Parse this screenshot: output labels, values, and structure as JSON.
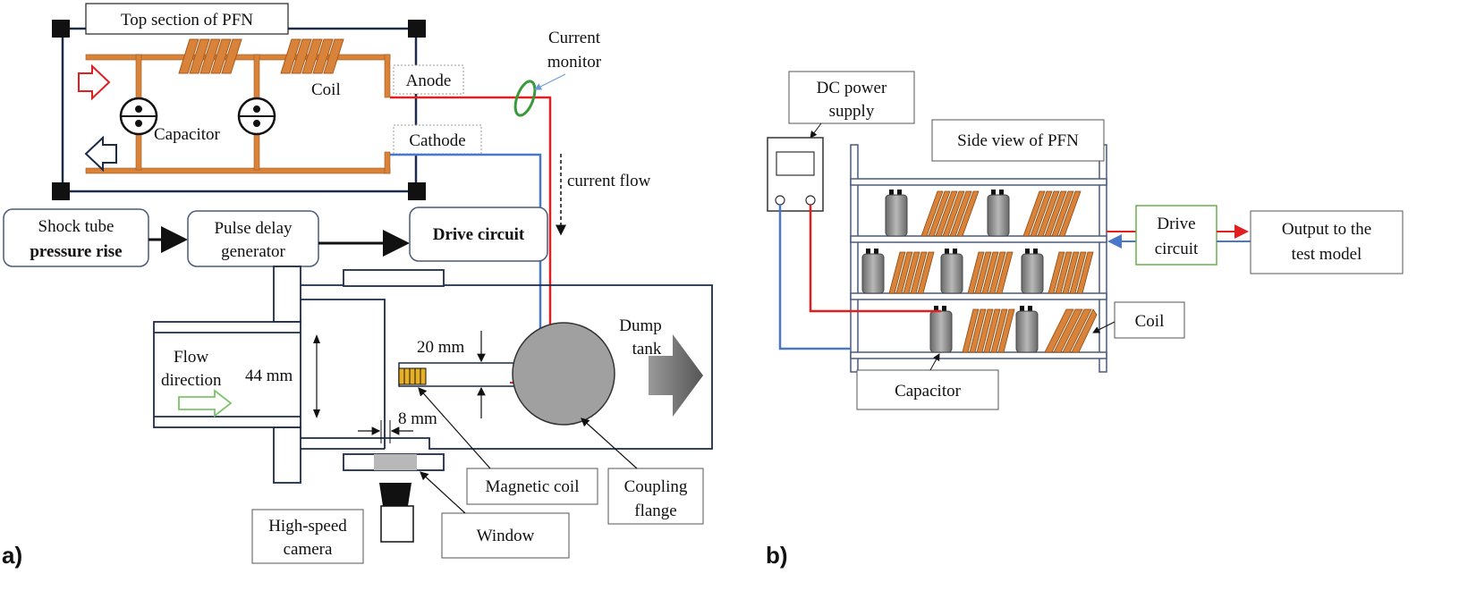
{
  "panel_a": {
    "tag": "a)",
    "pfn_title": "Top section of PFN",
    "coil": "Coil",
    "capacitor": "Capacitor",
    "anode": "Anode",
    "cathode": "Cathode",
    "current_monitor_line1": "Current",
    "current_monitor_line2": "monitor",
    "current_flow": "current flow",
    "shock_tube_line1": "Shock tube",
    "shock_tube_line2": "pressure rise",
    "pulse_delay_line1": "Pulse delay",
    "pulse_delay_line2": "generator",
    "drive_circuit": "Drive circuit",
    "flow_line1": "Flow",
    "flow_line2": "direction",
    "dim_44": "44 mm",
    "dim_20": "20 mm",
    "dim_8": "8 mm",
    "dump_line1": "Dump",
    "dump_line2": "tank",
    "magnetic_coil": "Magnetic coil",
    "coupling_line1": "Coupling",
    "coupling_line2": "flange",
    "camera_line1": "High-speed",
    "camera_line2": "camera",
    "window": "Window"
  },
  "panel_b": {
    "tag": "b)",
    "dc_line1": "DC power",
    "dc_line2": "supply",
    "side_view": "Side view of PFN",
    "drive_line1": "Drive",
    "drive_line2": "circuit",
    "output_line1": "Output to the",
    "output_line2": "test model",
    "coil": "Coil",
    "capacitor": "Capacitor"
  },
  "colors": {
    "copper": "#d9823a",
    "anode_wire": "#e02020",
    "cathode_wire": "#4a78c8",
    "frame": "#1c2b4a",
    "drive_box_border": "#6ab04c",
    "monitor_ring": "#3a9a3a",
    "flow_arrow": "#7cc46a",
    "dump_circle": "#a0a0a0",
    "dump_arrow": "#666666"
  }
}
